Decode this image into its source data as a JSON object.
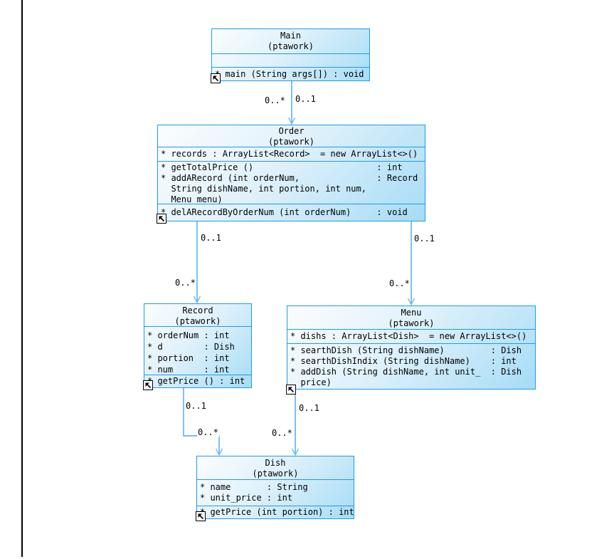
{
  "classes": [
    {
      "name": "Main",
      "package": "(ptawork)",
      "attributes": [],
      "methods": [],
      "methods2": [
        "* main (String args[]) : void"
      ]
    },
    {
      "name": "Order",
      "package": "(ptawork)",
      "attributes": [
        "* records : ArrayList<Record>  = new ArrayList<>()"
      ],
      "methods": [
        "* getTotalPrice ()                        : int",
        "* addARecord (int orderNum,               : Record",
        "  String dishName, int portion, int num,",
        "  Menu menu)"
      ],
      "methods2": [
        "* delARecordByOrderNum (int orderNum)     : void"
      ]
    },
    {
      "name": "Record",
      "package": "(ptawork)",
      "attributes": [
        "* orderNum : int",
        "* d        : Dish",
        "* portion  : int",
        "* num      : int"
      ],
      "methods": [],
      "methods2": [
        "* getPrice () : int"
      ]
    },
    {
      "name": "Menu",
      "package": "(ptawork)",
      "attributes": [
        "* dishs : ArrayList<Dish>  = new ArrayList<>()"
      ],
      "methods": [
        "* searthDish (String dishName)         : Dish",
        "* searthDishIndix (String dishName)    : int",
        "* addDish (String dishName, int unit_  : Dish",
        "  price)"
      ],
      "methods2": []
    },
    {
      "name": "Dish",
      "package": "(ptawork)",
      "attributes": [
        "* name       : String",
        "* unit_price : int"
      ],
      "methods": [],
      "methods2": [
        "* getPrice (int portion) : int"
      ]
    }
  ],
  "connectors": [
    {
      "from": "Main",
      "to": "Order",
      "labels": [
        "0..*",
        "0..1"
      ]
    },
    {
      "from": "Order",
      "to": "Record",
      "labels": [
        "0..1",
        "0..*"
      ]
    },
    {
      "from": "Order",
      "to": "Menu",
      "labels": [
        "0..1",
        "0..*"
      ]
    },
    {
      "from": "Record",
      "to": "Dish",
      "labels": [
        "0..1",
        "0..*"
      ]
    },
    {
      "from": "Menu",
      "to": "Dish",
      "labels": [
        "0..1",
        "0..*"
      ]
    }
  ],
  "colors": {
    "box_border": "#1E9BE8",
    "box_fill_light": "#FBFDFF",
    "box_fill_dark": "#A6DCF6",
    "connector_line": "#1E9BE8",
    "arrowhead": "#79C2F2",
    "text": "#000000",
    "frame_line": "#000000"
  }
}
